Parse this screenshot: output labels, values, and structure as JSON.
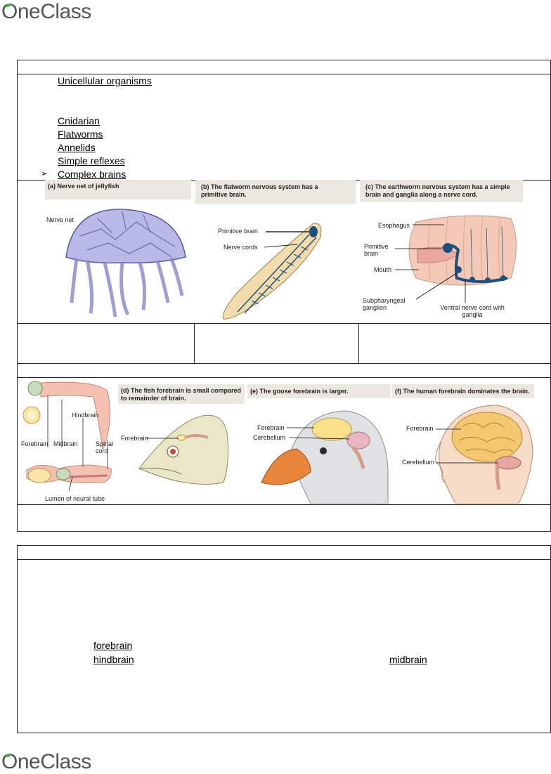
{
  "brand": {
    "logo_text": "OneClass"
  },
  "box1": {
    "list": [
      "Unicellular organisms",
      "Cnidarian",
      "Flatworms",
      "Annelids",
      "Simple reflexes",
      "Complex brains"
    ]
  },
  "panels_top": {
    "a": {
      "title": "(a) Nerve net of jellyfish",
      "labels": [
        "Nerve net"
      ]
    },
    "b": {
      "title": "(b) The flatworm nervous system has a primitive brain.",
      "labels": [
        "Primitive brain",
        "Nerve cords"
      ]
    },
    "c": {
      "title": "(c) The earthworm nervous system has a simple brain and ganglia along a nerve cord.",
      "labels": [
        "Esophagus",
        "Primitive brain",
        "Mouth",
        "Subpharyngeal ganglion",
        "Ventral nerve cord with ganglia"
      ]
    }
  },
  "panels_bottom": {
    "embryo": {
      "labels": [
        "Hindbrain",
        "Forebrain",
        "Midbrain",
        "Spinal cord",
        "Lumen of neural tube"
      ]
    },
    "d": {
      "title": "(d) The fish forebrain is small compared to remainder of brain.",
      "labels": [
        "Forebrain"
      ]
    },
    "e": {
      "title": "(e) The goose forebrain is larger.",
      "labels": [
        "Forebrain",
        "Cerebellum"
      ]
    },
    "f": {
      "title": "(f) The human forebrain dominates the brain.",
      "labels": [
        "Forebrain",
        "Cerebellum"
      ]
    }
  },
  "box2": {
    "terms": [
      "forebrain",
      "hindbrain",
      "midbrain"
    ]
  },
  "colors": {
    "nerve": "#1d4f7a",
    "skin": "#f4c9b8",
    "jelly": "#b8b9e6",
    "flatworm": "#f2dcae"
  }
}
